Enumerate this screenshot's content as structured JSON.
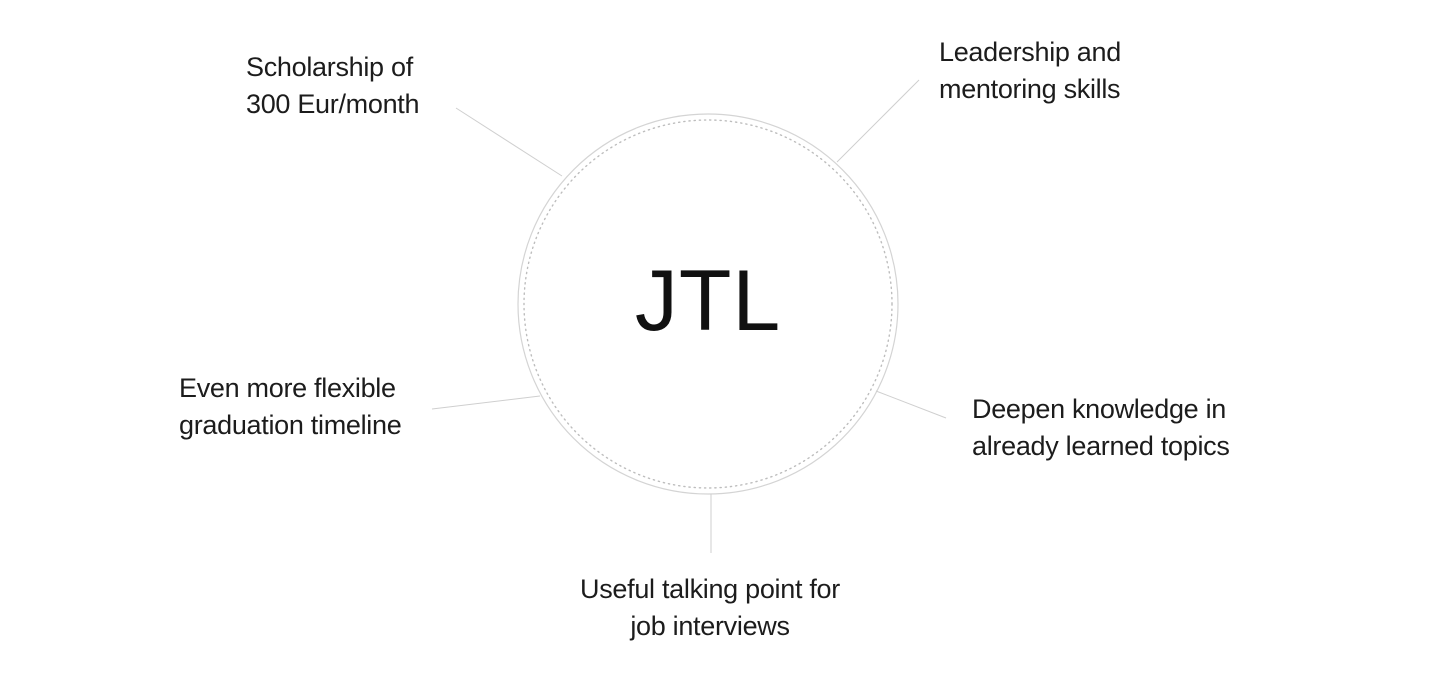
{
  "diagram": {
    "center_label": "JTL",
    "benefits": [
      {
        "id": "scholarship",
        "lines": [
          "Scholarship of",
          "300 Eur/month"
        ]
      },
      {
        "id": "leadership",
        "lines": [
          "Leadership and",
          "mentoring skills"
        ]
      },
      {
        "id": "flexible-timeline",
        "lines": [
          "Even more flexible",
          "graduation timeline"
        ]
      },
      {
        "id": "deepen-knowledge",
        "lines": [
          "Deepen knowledge in",
          "already learned topics"
        ]
      },
      {
        "id": "talking-point",
        "lines": [
          "Useful talking point for",
          "job interviews"
        ]
      }
    ]
  },
  "colors": {
    "background": "#ffffff",
    "text": "#1c1c1c",
    "lines": "#cfcfcf"
  }
}
